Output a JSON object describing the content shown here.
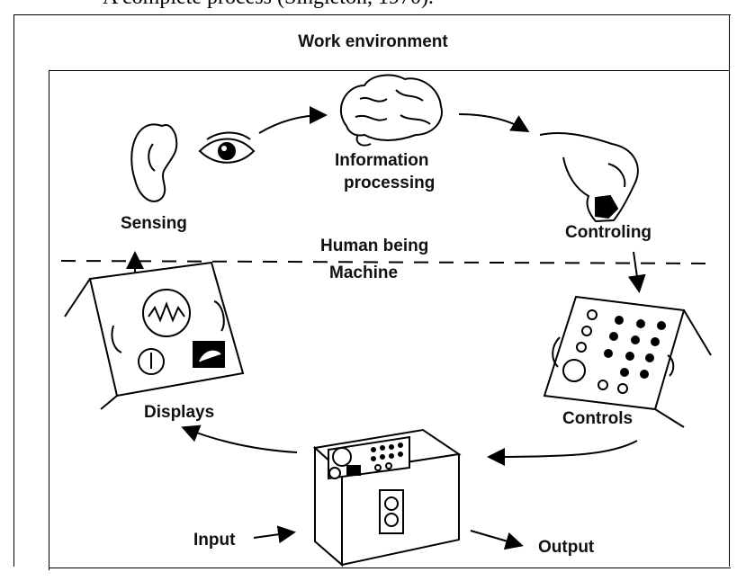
{
  "top_fragment": "A complete process (Singleton, 1970).",
  "title": "Work environment",
  "labels": {
    "sensing": "Sensing",
    "information_processing_1": "Information",
    "information_processing_2": "processing",
    "controling": "Controling",
    "human_being": "Human being",
    "machine": "Machine",
    "displays": "Displays",
    "controls": "Controls",
    "input": "Input",
    "output": "Output"
  },
  "icons": [
    "ear-icon",
    "eye-icon",
    "brain-icon",
    "hand-icon",
    "display-panel-icon",
    "control-panel-icon",
    "machine-console-icon"
  ]
}
